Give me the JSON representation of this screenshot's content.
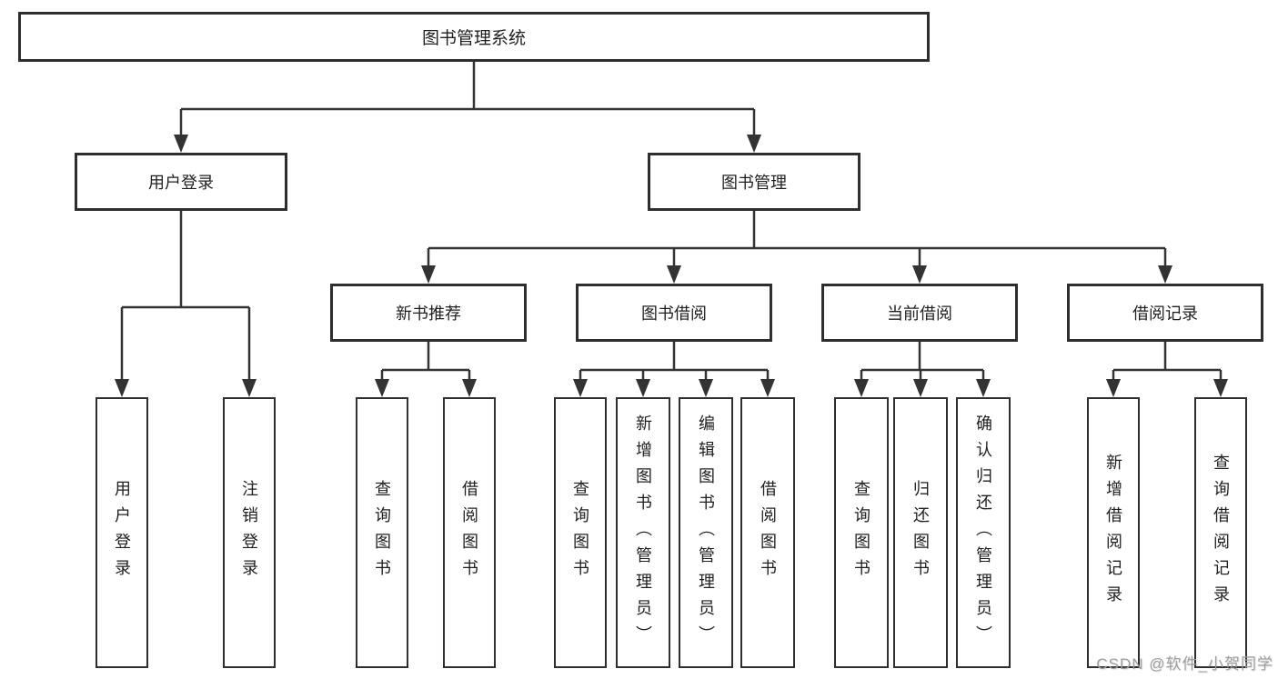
{
  "diagram": {
    "root": {
      "label": "图书管理系统"
    },
    "level2": {
      "user_login": {
        "label": "用户登录"
      },
      "book_mgmt": {
        "label": "图书管理"
      }
    },
    "level3": {
      "new_books": {
        "label": "新书推荐"
      },
      "book_borrow": {
        "label": "图书借阅"
      },
      "current_borrow": {
        "label": "当前借阅"
      },
      "borrow_records": {
        "label": "借阅记录"
      }
    },
    "leaves": {
      "user_login_leaf": "用户登录",
      "logout": "注销登录",
      "nb_query_books": "查询图书",
      "nb_borrow_books": "借阅图书",
      "bb_query_books": "查询图书",
      "bb_add_books": "新增图书（管理员）",
      "bb_edit_books": "编辑图书（管理员）",
      "bb_borrow_books": "借阅图书",
      "cb_query_books": "查询图书",
      "cb_return_books": "归还图书",
      "cb_confirm_return": "确认归还（管理员）",
      "br_add_record": "新增借阅记录",
      "br_query_record": "查询借阅记录"
    }
  },
  "watermark": {
    "text": "CSDN @软件_小贺同学"
  },
  "colors": {
    "line": "#333333",
    "text": "#1f1f1f",
    "watermark": "#9e9e9e"
  }
}
